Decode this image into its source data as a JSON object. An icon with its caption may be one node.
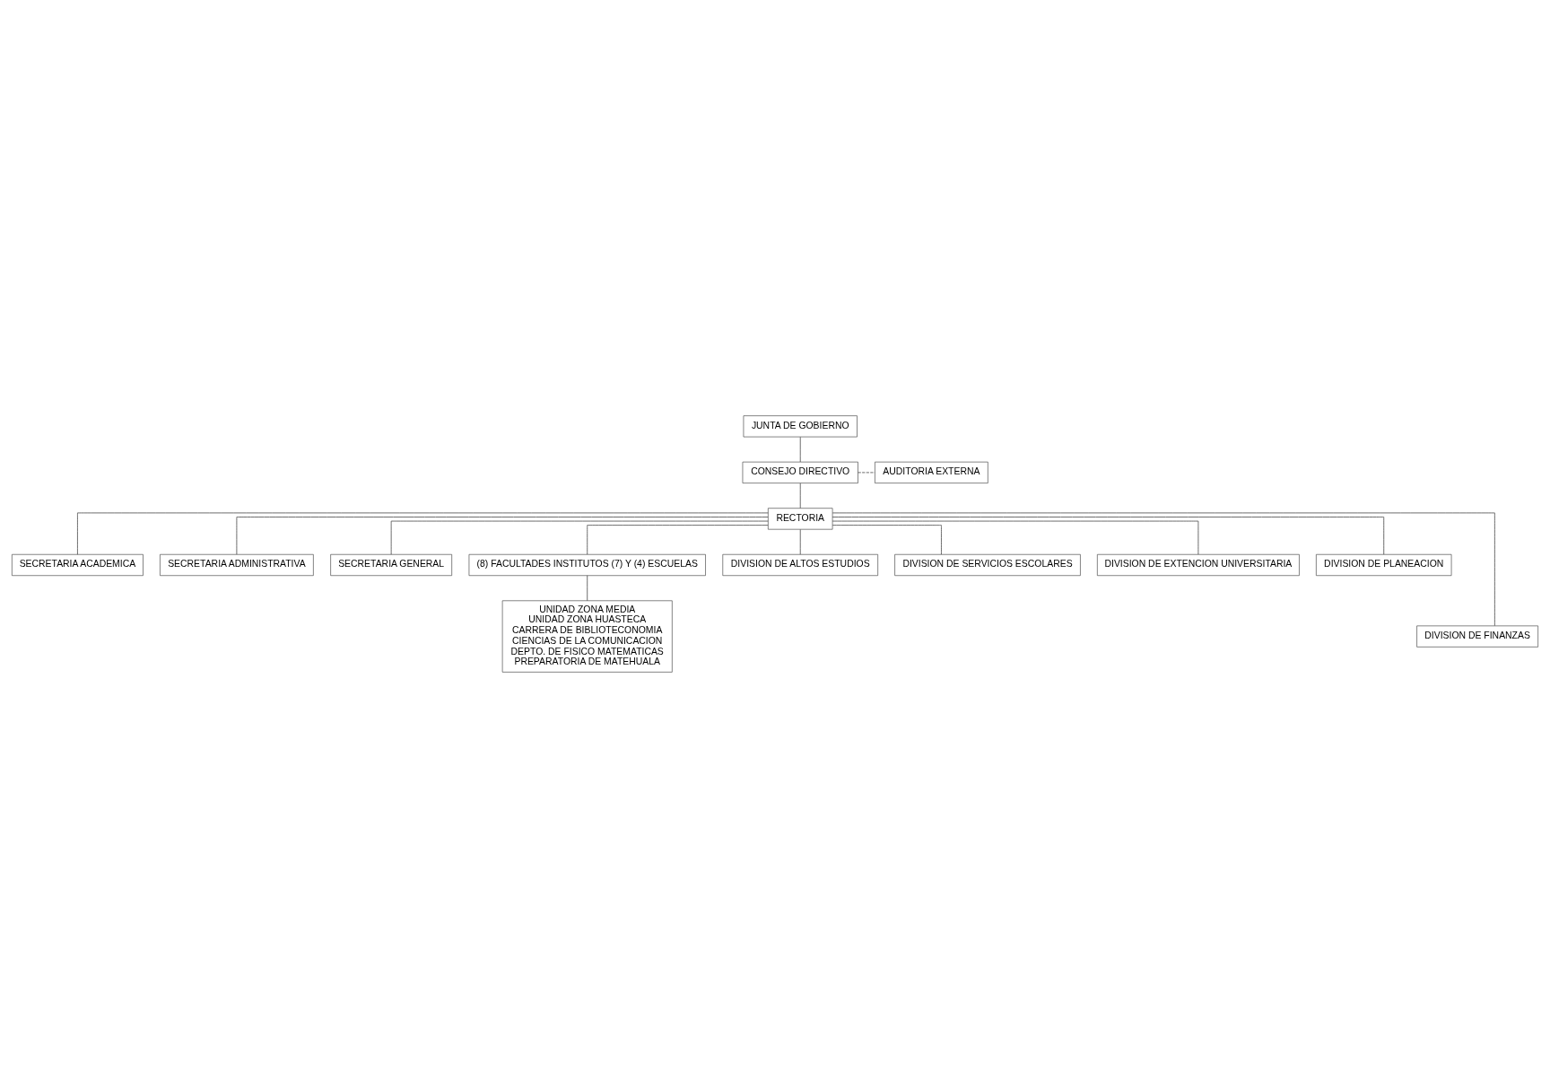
{
  "diagram": {
    "nodes": [
      {
        "text": [
          "JUNTA DE GOBIERNO"
        ]
      },
      {
        "text": [
          "CONSEJO DIRECTIVO"
        ]
      },
      {
        "text": [
          "AUDITORIA EXTERNA"
        ]
      },
      {
        "text": [
          "RECTORIA"
        ]
      },
      {
        "text": [
          "SECRETARIA ACADEMICA"
        ]
      },
      {
        "text": [
          "SECRETARIA ADMINISTRATIVA"
        ]
      },
      {
        "text": [
          "SECRETARIA GENERAL"
        ]
      },
      {
        "text": [
          "(8) FACULTADES INSTITUTOS (7) Y (4) ESCUELAS"
        ]
      },
      {
        "text": [
          "DIVISION DE ALTOS ESTUDIOS"
        ]
      },
      {
        "text": [
          "DIVISION DE SERVICIOS ESCOLARES"
        ]
      },
      {
        "text": [
          "DIVISION DE EXTENCION UNIVERSITARIA"
        ]
      },
      {
        "text": [
          "DIVISION DE PLANEACION"
        ]
      },
      {
        "text": [
          "DIVISION DE FINANZAS"
        ]
      },
      {
        "text": [
          "UNIDAD ZONA MEDIA",
          "UNIDAD ZONA HUASTECA",
          "CARRERA DE BIBLIOTECONOMIA",
          "CIENCIAS DE LA COMUNICACION",
          "DEPTO. DE FISICO MATEMATICAS",
          "PREPARATORIA DE MATEHUALA"
        ]
      }
    ],
    "edges": [
      {
        "from": 0,
        "to": 1,
        "arrow": "none"
      },
      {
        "from": 1,
        "to": 2,
        "arrow": "none",
        "style": "dashed"
      },
      {
        "from": 1,
        "to": 3,
        "arrow": "none"
      },
      {
        "from": 3,
        "to": 4,
        "arrow": "none"
      },
      {
        "from": 3,
        "to": 5,
        "arrow": "none"
      },
      {
        "from": 3,
        "to": 6,
        "arrow": "none"
      },
      {
        "from": 3,
        "to": 7,
        "arrow": "none"
      },
      {
        "from": 3,
        "to": 8,
        "arrow": "none"
      },
      {
        "from": 3,
        "to": 9,
        "arrow": "none"
      },
      {
        "from": 3,
        "to": 10,
        "arrow": "none"
      },
      {
        "from": 3,
        "to": 11,
        "arrow": "none"
      },
      {
        "from": 3,
        "to": 12,
        "arrow": "none"
      },
      {
        "from": 7,
        "to": 13,
        "arrow": "none"
      }
    ]
  }
}
